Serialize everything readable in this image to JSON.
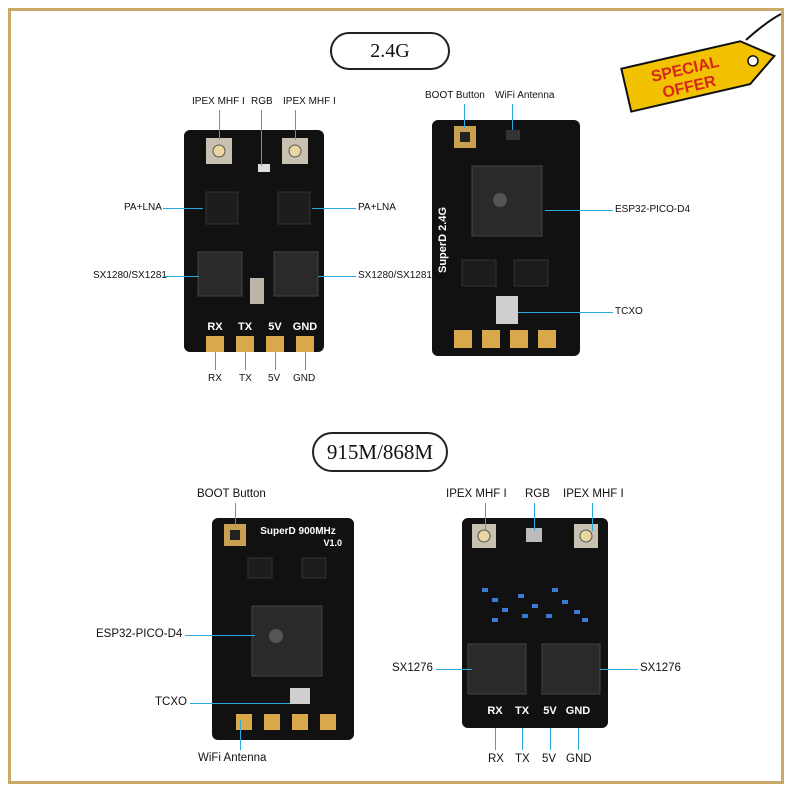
{
  "sections": {
    "top": "2.4G",
    "bottom": "915M/868M"
  },
  "badge": {
    "line1": "SPECIAL",
    "line2": "OFFER",
    "tag_color": "#f2c200",
    "text_color": "#d8261e"
  },
  "board_a": {
    "labels": {
      "ipex_left": "IPEX MHF I",
      "rgb": "RGB",
      "ipex_right": "IPEX MHF I",
      "pa_left": "PA+LNA",
      "pa_right": "PA+LNA",
      "sx_left": "SX1280/SX1281",
      "sx_right": "SX1280/SX1281",
      "pin_rx": "RX",
      "pin_tx": "TX",
      "pin_5v": "5V",
      "pin_gnd": "GND"
    },
    "silk": [
      "RX",
      "TX",
      "5V",
      "GND"
    ]
  },
  "board_b": {
    "labels": {
      "boot": "BOOT Button",
      "wifi": "WiFi Antenna",
      "esp": "ESP32-PICO-D4",
      "tcxo": "TCXO"
    },
    "silk": "SuperD 2.4G"
  },
  "board_c": {
    "labels": {
      "boot": "BOOT Button",
      "esp": "ESP32-PICO-D4",
      "tcxo": "TCXO",
      "wifi": "WiFi Antenna"
    },
    "silk_title": "SuperD 900MHz",
    "silk_ver": "V1.0"
  },
  "board_d": {
    "labels": {
      "ipex_left": "IPEX MHF I",
      "rgb": "RGB",
      "ipex_right": "IPEX MHF I",
      "sx_left": "SX1276",
      "sx_right": "SX1276",
      "pin_rx": "RX",
      "pin_tx": "TX",
      "pin_5v": "5V",
      "pin_gnd": "GND"
    },
    "silk": [
      "RX",
      "TX",
      "5V",
      "GND"
    ]
  }
}
